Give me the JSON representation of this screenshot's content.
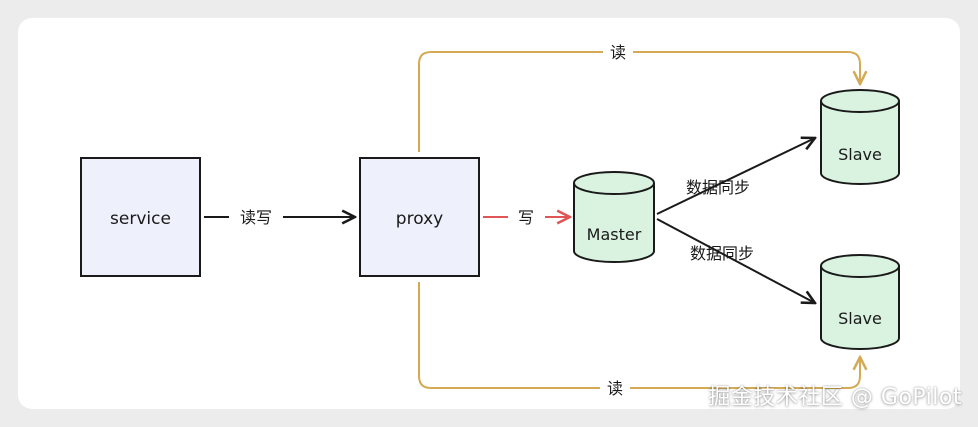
{
  "nodes": {
    "service": "service",
    "proxy": "proxy",
    "master": "Master",
    "slave_top": "Slave",
    "slave_bottom": "Slave"
  },
  "edges": {
    "service_to_proxy": "读写",
    "proxy_to_master": "写",
    "proxy_read_top": "读",
    "proxy_read_bottom": "读",
    "sync_top": "数据同步",
    "sync_bottom": "数据同步"
  },
  "watermark": "掘金技术社区 @ GoPilot",
  "colors": {
    "box_fill": "#eef0fb",
    "db_fill": "#d9f3e0",
    "read_line": "#d4aa55",
    "write_line": "#e05555",
    "stroke": "#1a1a1a"
  }
}
